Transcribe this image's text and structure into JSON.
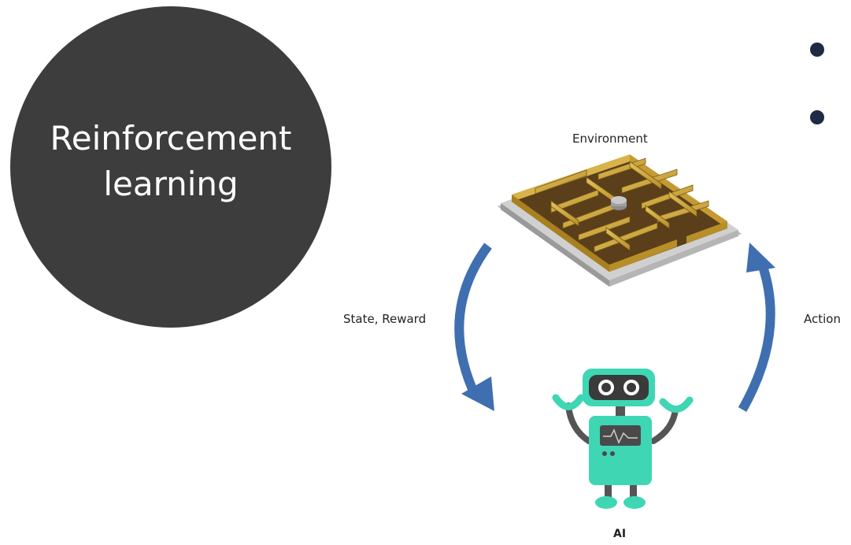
{
  "topic": {
    "title": "Reinforcement learning"
  },
  "diagram": {
    "environment_label": "Environment",
    "state_reward_label": "State, Reward",
    "action_label": "Action",
    "agent_label": "AI"
  },
  "colors": {
    "circle": "#3d3d3d",
    "arrow": "#3f6fb0",
    "maze": "#c9a23a",
    "robot": "#3fd6b4",
    "bullet": "#1f2a44"
  },
  "icons": {
    "environment": "maze-icon",
    "agent": "robot-icon"
  }
}
